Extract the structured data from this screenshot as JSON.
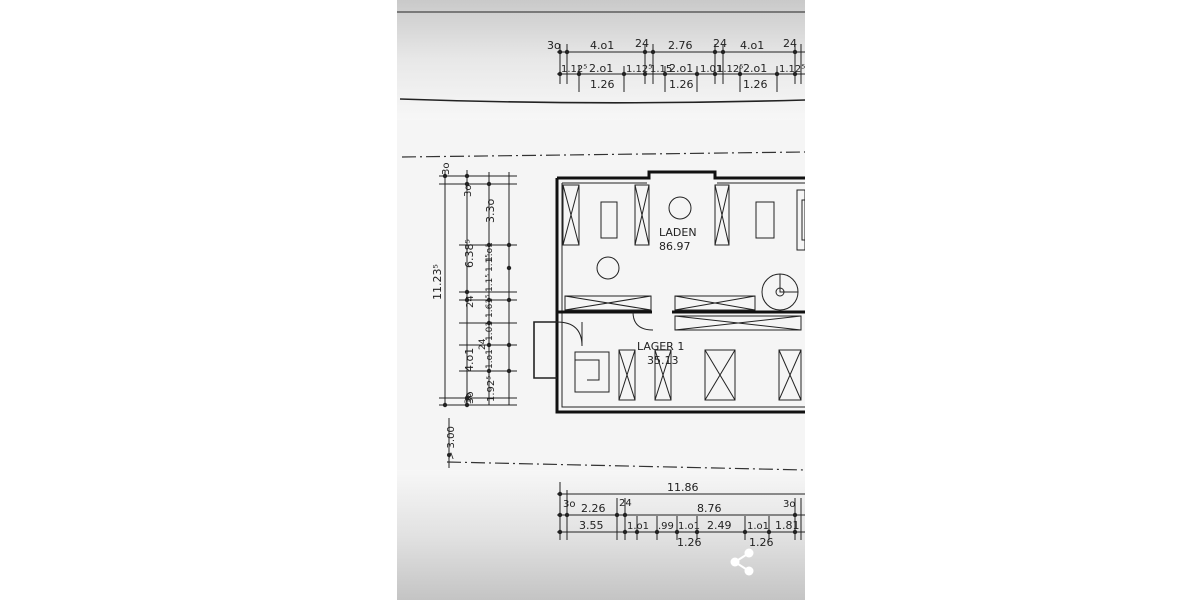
{
  "plan": {
    "top_dims_row1": [
      "3o",
      "4.o1",
      "24",
      "2.76",
      "24",
      "4.o1",
      "24"
    ],
    "top_dims_row2": [
      "1.12⁵",
      "2.o1",
      "1.12⁵",
      "1.15",
      "2.o1",
      "1.01",
      "1.12⁵",
      "2.o1",
      "1.12⁵"
    ],
    "top_dims_row3": [
      "1.26",
      "1.26",
      "1.26"
    ],
    "left_dims_outer": [
      "11.23⁵"
    ],
    "left_dims_mid": [
      "3o",
      "6.38⁵",
      "24",
      "4.o1",
      "3o"
    ],
    "left_dims_inner": [
      "3o",
      "3.3o",
      "1.o1",
      "1.1⁵",
      "1.1⁵",
      "1.61⁵",
      "1.01",
      "24",
      "1.o1",
      "1.92⁵",
      "3o"
    ],
    "left_bottom_dim": "> 3.00",
    "rooms": [
      {
        "name": "LADEN",
        "area": "86.97"
      },
      {
        "name": "LAGER 1",
        "area": "35.13"
      }
    ],
    "bottom_dims_row1": [
      "11.86"
    ],
    "bottom_dims_row2": [
      "3o",
      "2.26",
      "24",
      "8.76",
      "3o"
    ],
    "bottom_dims_row3": [
      "3.55",
      "1.o1",
      ".99",
      "1.o1",
      "2.49",
      "1.o1",
      "1.81"
    ],
    "bottom_dims_row4": [
      "1.26",
      "1.26"
    ]
  },
  "ui": {
    "share_icon": "share-icon",
    "page_bg": "#ffffff",
    "sheet_bg": "#f4f4f4"
  }
}
